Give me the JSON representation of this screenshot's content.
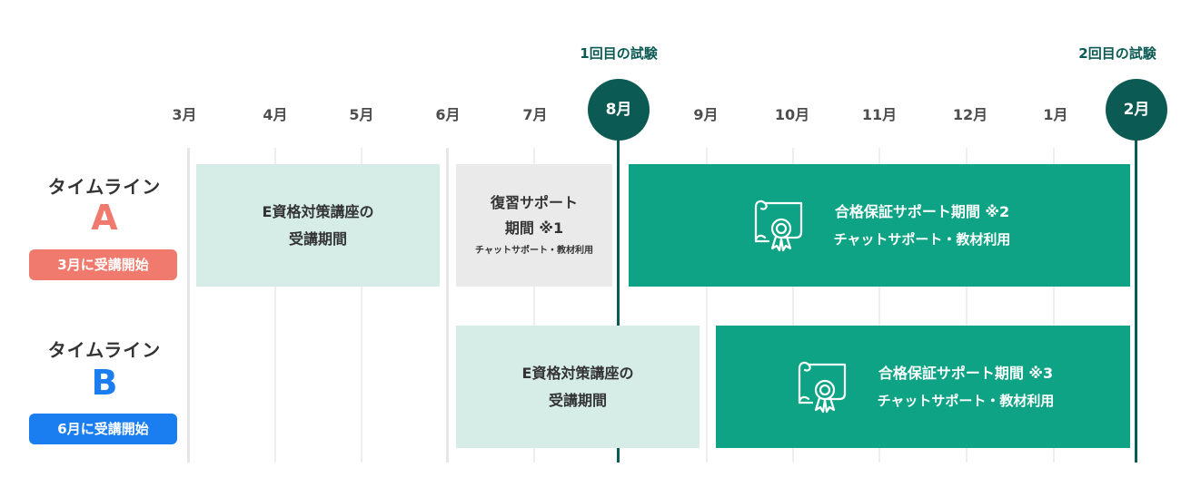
{
  "months": [
    "3月",
    "4月",
    "5月",
    "6月",
    "7月",
    "8月",
    "9月",
    "10月",
    "11月",
    "12月",
    "1月",
    "2月"
  ],
  "exams": [
    {
      "label": "1回目の試験",
      "month": "8月"
    },
    {
      "label": "2回目の試験",
      "month": "2月"
    }
  ],
  "timeline_a": {
    "title": "タイムライン",
    "letter": "A",
    "badge": "3月に受講開始",
    "color": "#f07a6d",
    "course": {
      "line1": "E資格対策講座の",
      "line2": "受講期間"
    },
    "review": {
      "line1": "復習サポート",
      "line2": "期間 ※1",
      "line3": "チャットサポート・教材利用"
    },
    "guarantee": {
      "line1": "合格保証サポート期間 ※2",
      "line2": "チャットサポート・教材利用"
    }
  },
  "timeline_b": {
    "title": "タイムライン",
    "letter": "B",
    "badge": "6月に受講開始",
    "color": "#1a7ef0",
    "course": {
      "line1": "E資格対策講座の",
      "line2": "受講期間"
    },
    "guarantee": {
      "line1": "合格保証サポート期間 ※3",
      "line2": "チャットサポート・教材利用"
    }
  },
  "colors": {
    "exam": "#0b5a53",
    "course": "#d5ece7",
    "review": "#eaeaea",
    "guarantee": "#0da384"
  },
  "icons": [
    "certificate-icon"
  ]
}
